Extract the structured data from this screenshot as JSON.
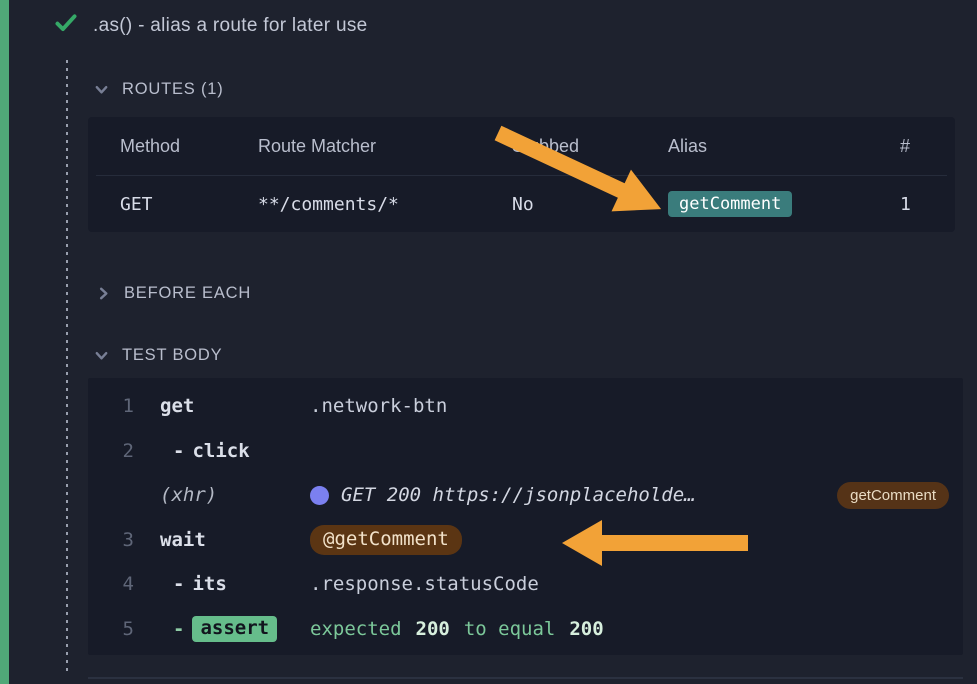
{
  "colors": {
    "background": "#1e222e",
    "panel": "#171b28",
    "pass_strip": "#50a878",
    "checkmark": "#35a967",
    "arrow_orange": "#f2a237",
    "alias_teal": "#3a7c7c",
    "alias_brown": "#5b3513",
    "assert_green": "#66bd8b",
    "xhr_dot_indigo": "#7b80f0"
  },
  "test": {
    "title": ".as() - alias a route for later use"
  },
  "routes": {
    "header_label": "ROUTES (1)",
    "columns": [
      "Method",
      "Route Matcher",
      "Stubbed",
      "Alias",
      "#"
    ],
    "rows": [
      {
        "method": "GET",
        "matcher": "**/comments/*",
        "stubbed": "No",
        "alias": "getComment",
        "count": "1"
      }
    ]
  },
  "sections": {
    "before_each": "BEFORE EACH",
    "test_body": "TEST BODY"
  },
  "commands": [
    {
      "num": "1",
      "dash": "",
      "name": "get",
      "message": ".network-btn"
    },
    {
      "num": "2",
      "dash": "-",
      "name": "click",
      "message": ""
    },
    {
      "num": "",
      "name": "(xhr)",
      "message": "GET 200 https://jsonplaceholde…",
      "badge": "getComment"
    },
    {
      "num": "3",
      "dash": "",
      "name": "wait",
      "alias": "@getComment"
    },
    {
      "num": "4",
      "dash": "-",
      "name": "its",
      "message": ".response.statusCode"
    },
    {
      "num": "5",
      "dash": "-",
      "name": "assert",
      "parts": {
        "t1": "expected",
        "v1": "200",
        "t2": "to equal",
        "v2": "200"
      }
    }
  ]
}
